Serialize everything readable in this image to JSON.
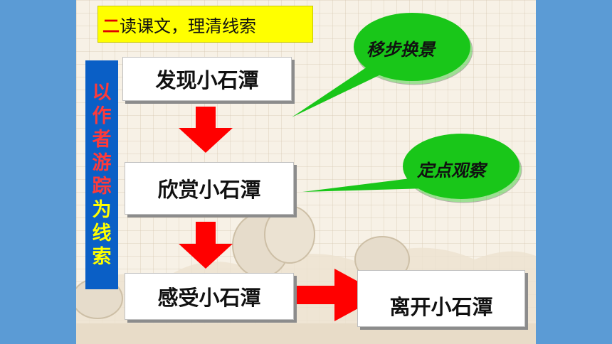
{
  "title": {
    "number": "二",
    "text": "读课文，理清线索"
  },
  "side_label": {
    "chars": [
      {
        "c": "以",
        "color": "#ff3a3a"
      },
      {
        "c": "作",
        "color": "#ff3a3a"
      },
      {
        "c": "者",
        "color": "#ff3a3a"
      },
      {
        "c": "游",
        "color": "#ff3a3a"
      },
      {
        "c": "踪",
        "color": "#ff3a3a"
      },
      {
        "c": "为",
        "color": "#ffff00"
      },
      {
        "c": "线",
        "color": "#ffff00"
      },
      {
        "c": "索",
        "color": "#ffff00"
      }
    ]
  },
  "steps": {
    "discover": "发现小石潭",
    "appreciate": "欣赏小石潭",
    "feel": "感受小石潭",
    "leave": "离开小石潭"
  },
  "callouts": {
    "moving": "移步换景",
    "fixed": "定点观察"
  },
  "colors": {
    "arrow": "#ff0000",
    "callout": "#19c619",
    "bar": "#0a5fc6",
    "title_bg": "#ffff00"
  }
}
